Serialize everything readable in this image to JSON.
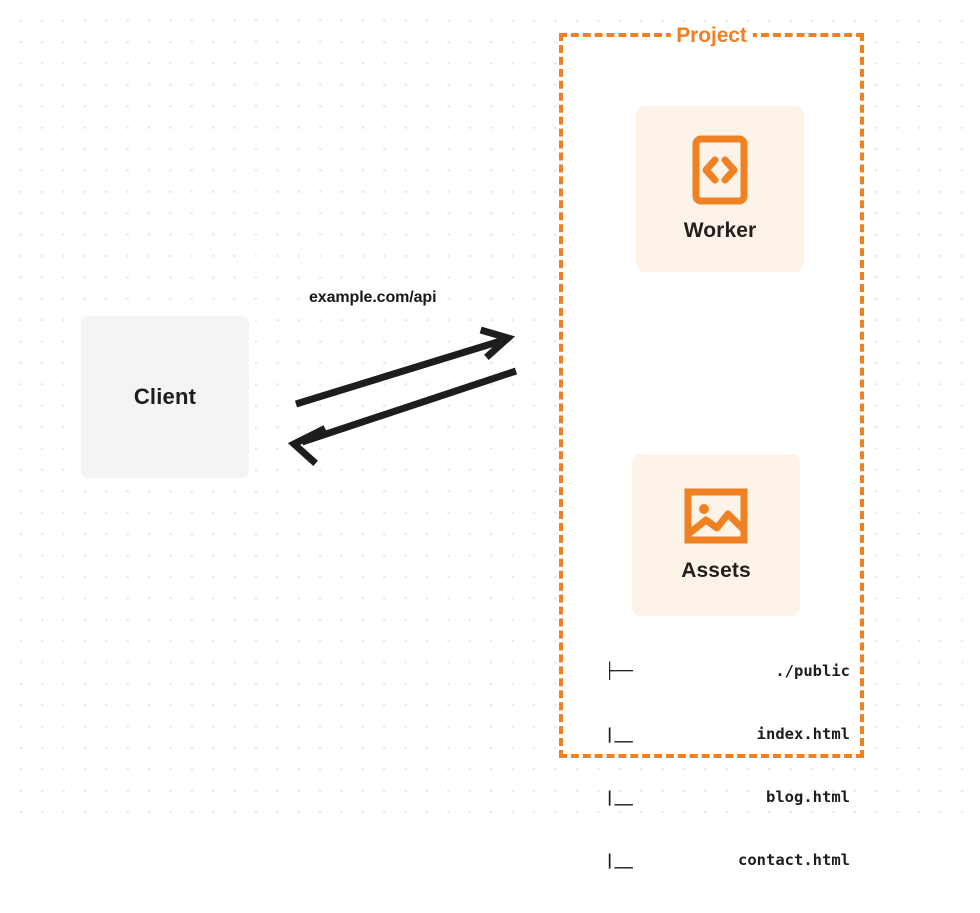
{
  "diagram": {
    "title": "Project",
    "client": {
      "label": "Client",
      "bg_color": "#f3f4f6"
    },
    "connection": {
      "label": "example.com/api",
      "direction": "bidirectional",
      "request_arrow": "arrow-right-icon",
      "response_arrow": "arrow-left-icon",
      "color": "#1d1d1f"
    },
    "project": {
      "label": "Project",
      "border_color": "#ef8122",
      "border_style": "dashed",
      "services": [
        {
          "label": "Worker",
          "icon": "code-brackets-icon",
          "icon_color": "#ef8122",
          "bg_color": "#fdf3e9"
        },
        {
          "label": "Assets",
          "icon": "image-icon",
          "icon_color": "#ef8122",
          "bg_color": "#fdf3e9"
        }
      ],
      "file_tree": [
        {
          "glyph": "├──",
          "name": "./public"
        },
        {
          "glyph": "|__",
          "name": "index.html"
        },
        {
          "glyph": "|__",
          "name": "blog.html"
        },
        {
          "glyph": "|__",
          "name": "contact.html"
        }
      ]
    }
  }
}
